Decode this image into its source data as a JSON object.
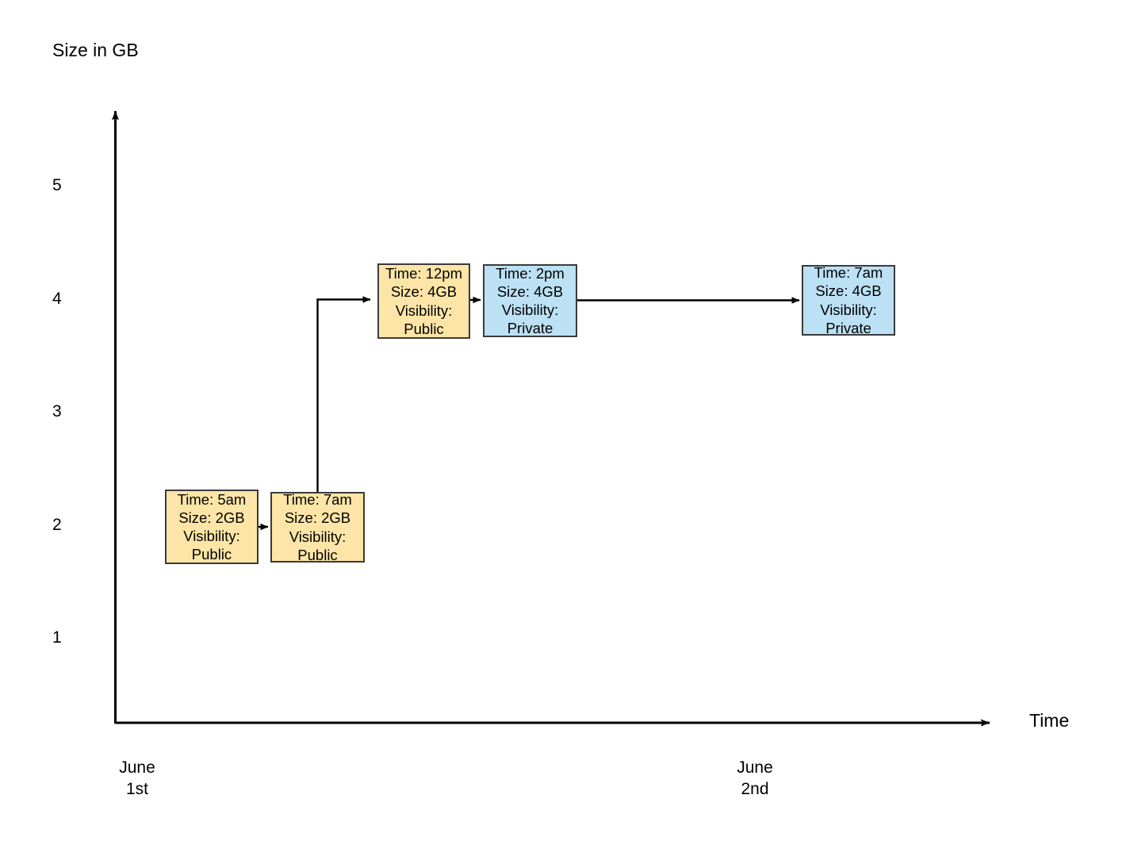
{
  "diagram": {
    "title_y": "Size in GB",
    "title_x": "Time",
    "y_ticks": [
      {
        "label": "5",
        "value": 5
      },
      {
        "label": "4",
        "value": 4
      },
      {
        "label": "3",
        "value": 3
      },
      {
        "label": "2",
        "value": 2
      },
      {
        "label": "1",
        "value": 1
      }
    ],
    "x_ticks": [
      {
        "line1": "June",
        "line2": "1st"
      },
      {
        "line1": "June",
        "line2": "2nd"
      }
    ],
    "colors": {
      "public_fill": "#FCE5A6",
      "private_fill": "#BCE0F4",
      "border": "#3b3b3b",
      "line": "#000000"
    },
    "nodes": [
      {
        "id": "n1",
        "time_label": "Time: 5am",
        "size_label": "Size: 2GB",
        "visibility_label": "Visibility:",
        "visibility_value": "Public",
        "fill": "public",
        "size_gb": 2,
        "day": "June 1st"
      },
      {
        "id": "n2",
        "time_label": "Time: 7am",
        "size_label": "Size: 2GB",
        "visibility_label": "Visibility:",
        "visibility_value": "Public",
        "fill": "public",
        "size_gb": 2,
        "day": "June 1st"
      },
      {
        "id": "n3",
        "time_label": "Time: 12pm",
        "size_label": "Size: 4GB",
        "visibility_label": "Visibility:",
        "visibility_value": "Public",
        "fill": "public",
        "size_gb": 4,
        "day": "June 1st"
      },
      {
        "id": "n4",
        "time_label": "Time: 2pm",
        "size_label": "Size: 4GB",
        "visibility_label": "Visibility:",
        "visibility_value": "Private",
        "fill": "private",
        "size_gb": 4,
        "day": "June 1st"
      },
      {
        "id": "n5",
        "time_label": "Time: 7am",
        "size_label": "Size: 4GB",
        "visibility_label": "Visibility:",
        "visibility_value": "Private",
        "fill": "private",
        "size_gb": 4,
        "day": "June 2nd"
      }
    ],
    "edges": [
      {
        "from": "n1",
        "to": "n2",
        "style": "straight"
      },
      {
        "from": "n2",
        "to": "n3",
        "style": "elbow-up"
      },
      {
        "from": "n3",
        "to": "n4",
        "style": "straight"
      },
      {
        "from": "n4",
        "to": "n5",
        "style": "straight"
      }
    ]
  },
  "chart_data": {
    "type": "scatter",
    "title": "",
    "xlabel": "Time",
    "ylabel": "Size in GB",
    "ylim": [
      0,
      5.6
    ],
    "yticks": [
      1,
      2,
      3,
      4,
      5
    ],
    "xticks": [
      "June 1st",
      "June 2nd"
    ],
    "grid": false,
    "legend": "none",
    "points": [
      {
        "label": "Time: 5am",
        "x": "June 1st 5am",
        "y": 2,
        "visibility": "Public"
      },
      {
        "label": "Time: 7am",
        "x": "June 1st 7am",
        "y": 2,
        "visibility": "Public"
      },
      {
        "label": "Time: 12pm",
        "x": "June 1st 12pm",
        "y": 4,
        "visibility": "Public"
      },
      {
        "label": "Time: 2pm",
        "x": "June 1st 2pm",
        "y": 4,
        "visibility": "Private"
      },
      {
        "label": "Time: 7am",
        "x": "June 2nd 7am",
        "y": 4,
        "visibility": "Private"
      }
    ]
  }
}
